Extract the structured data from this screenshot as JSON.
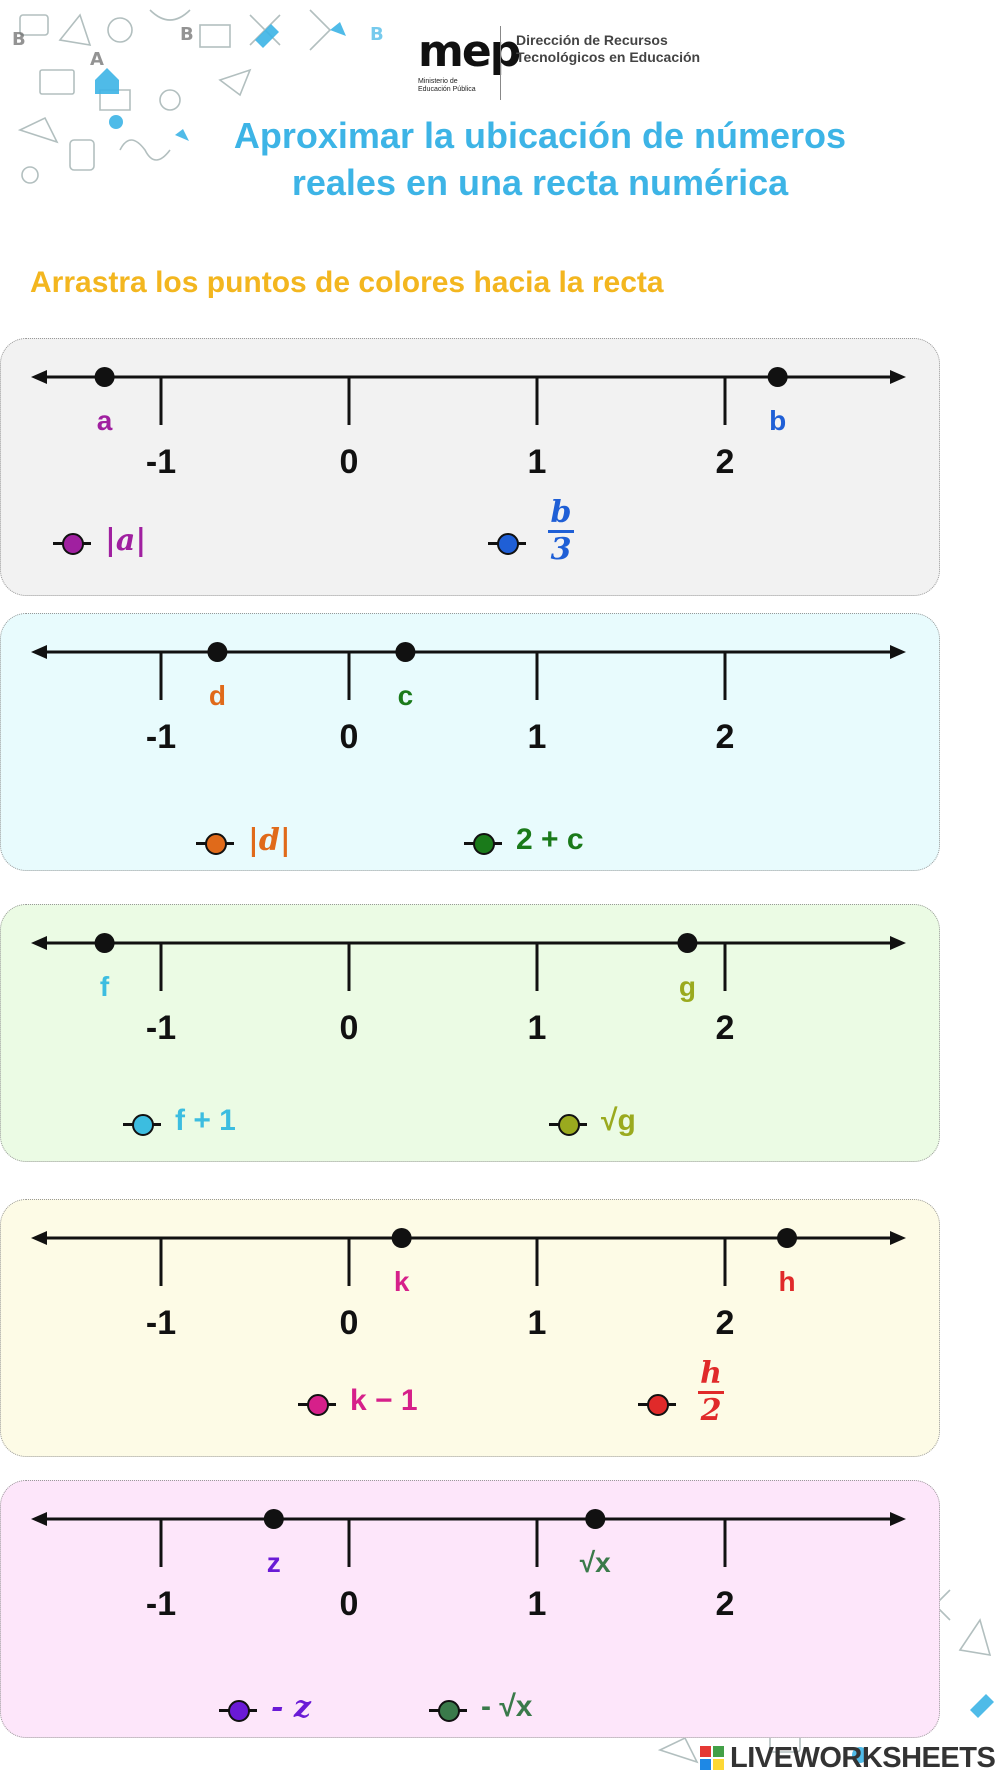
{
  "header": {
    "logo_text": "mep",
    "logo_subtext": "Ministerio de Educación Pública",
    "department_line1": "Dirección de Recursos",
    "department_line2": "Tecnológicos en Educación",
    "title_line1": "Aproximar la ubicación de números",
    "title_line2": "reales en una recta numérica"
  },
  "instruction": "Arrastra los puntos de colores hacia la recta",
  "tick_labels": [
    "-1",
    "0",
    "1",
    "2"
  ],
  "colors": {
    "a": "#a020a0",
    "b": "#1f5fd6",
    "d": "#e06a1a",
    "c": "#1a7a1a",
    "f": "#3cbde0",
    "g": "#9aaa1e",
    "k": "#d6208a",
    "h": "#e02a2a",
    "z": "#6a1ad6",
    "sqrtx": "#3a7a4a"
  },
  "panels": [
    {
      "background": "#f2f2f2",
      "points": [
        {
          "label": "a",
          "value": -1.3,
          "color": "#a020a0"
        },
        {
          "label": "b",
          "value": 2.28,
          "color": "#1f5fd6"
        }
      ],
      "draggables": [
        {
          "text": "|a|",
          "color": "#a020a0",
          "kind": "math"
        },
        {
          "numerator": "b",
          "denominator": "3",
          "color": "#1f5fd6",
          "kind": "fraction"
        }
      ]
    },
    {
      "background": "#e8fbfd",
      "points": [
        {
          "label": "d",
          "value": -0.7,
          "color": "#e06a1a"
        },
        {
          "label": "c",
          "value": 0.3,
          "color": "#1a7a1a"
        }
      ],
      "draggables": [
        {
          "text": "|d|",
          "color": "#e06a1a",
          "kind": "math"
        },
        {
          "text": "2 + c",
          "color": "#1a7a1a",
          "kind": "plain"
        }
      ]
    },
    {
      "background": "#ebfbe4",
      "points": [
        {
          "label": "f",
          "value": -1.3,
          "color": "#3cbde0"
        },
        {
          "label": "g",
          "value": 1.8,
          "color": "#9aaa1e"
        }
      ],
      "draggables": [
        {
          "text": "f + 1",
          "color": "#3cbde0",
          "kind": "plain"
        },
        {
          "text": "√g",
          "color": "#9aaa1e",
          "kind": "plain"
        }
      ]
    },
    {
      "background": "#fdfbe6",
      "points": [
        {
          "label": "k",
          "value": 0.28,
          "color": "#d6208a"
        },
        {
          "label": "h",
          "value": 2.33,
          "color": "#e02a2a"
        }
      ],
      "draggables": [
        {
          "text": "k − 1",
          "color": "#d6208a",
          "kind": "plain"
        },
        {
          "numerator": "h",
          "denominator": "2",
          "color": "#e02a2a",
          "kind": "fraction"
        }
      ]
    },
    {
      "background": "#fde6fa",
      "points": [
        {
          "label": "z",
          "value": -0.4,
          "color": "#6a1ad6"
        },
        {
          "label": "√x",
          "value": 1.31,
          "color": "#3a7a4a"
        }
      ],
      "draggables": [
        {
          "text": "- z",
          "color": "#6a1ad6",
          "kind": "math"
        },
        {
          "text": "- √x",
          "color": "#3a7a4a",
          "kind": "plain"
        }
      ]
    }
  ],
  "footer": {
    "brand": "LIVEWORKSHEETS"
  }
}
